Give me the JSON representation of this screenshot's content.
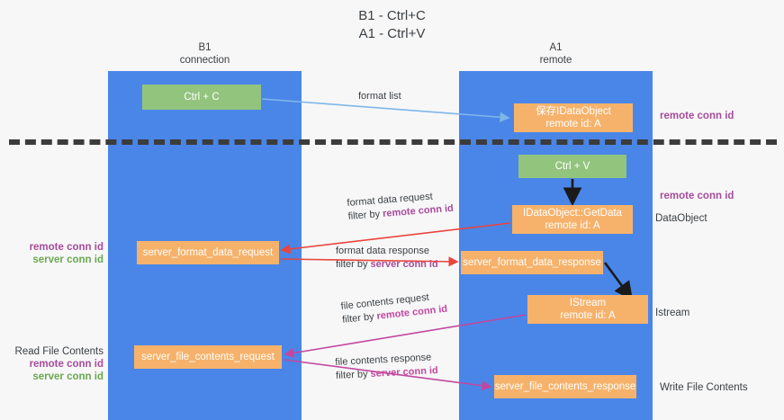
{
  "title": "B1 - Ctrl+C\nA1 - Ctrl+V",
  "columns": {
    "left": {
      "name": "B1",
      "role": "connection"
    },
    "right": {
      "name": "A1",
      "role": "remote"
    }
  },
  "nodes": {
    "ctrl_c": {
      "line1": "Ctrl + C",
      "line2": ""
    },
    "idataobject_remote": {
      "line1": "保存IDataObject",
      "line2": "remote id: A"
    },
    "ctrl_v": {
      "line1": "Ctrl + V",
      "line2": ""
    },
    "idataobject_getdata": {
      "line1": "IDataObject::GetData",
      "line2": "remote id: A"
    },
    "server_format_data_request": {
      "line1": "server_format_data_request",
      "line2": ""
    },
    "server_format_data_response": {
      "line1": "server_format_data_response",
      "line2": ""
    },
    "istream": {
      "line1": "IStream",
      "line2": "remote id: A"
    },
    "server_file_contents_request": {
      "line1": "server_file_contents_request",
      "line2": ""
    },
    "server_file_contents_response": {
      "line1": "server_file_contents_response",
      "line2": ""
    }
  },
  "edge_labels": {
    "format_list": {
      "line1": "format list",
      "line2_prefix": "",
      "line2_key": ""
    },
    "format_data_request": {
      "line1": "format data request",
      "line2_prefix": "filter by ",
      "line2_key": "remote conn id"
    },
    "format_data_response": {
      "line1": "format data response",
      "line2_prefix": "filter by ",
      "line2_key": "server conn id"
    },
    "file_contents_request": {
      "line1": "file contents request",
      "line2_prefix": "filter by ",
      "line2_key": "remote conn id"
    },
    "file_contents_response": {
      "line1": "file contents response",
      "line2_prefix": "filter by ",
      "line2_key": "server conn id"
    }
  },
  "side_notes": {
    "remote_conn_id_top": "remote conn id",
    "remote_conn_id_middle": "remote conn id",
    "dataobject": "DataObject",
    "istream": "Istream",
    "write_file_contents": "Write File Contents"
  },
  "left_notes": {
    "conn_remote": "remote conn id",
    "conn_server": "server conn id",
    "read_file_contents": "Read File Contents",
    "read_remote": "remote conn id",
    "read_server": "server conn id"
  },
  "colors": {
    "lane_blue": "#4a86e8",
    "node_green": "#93c47d",
    "node_orange": "#f6b26b",
    "accent_purple": "#a64d9a",
    "accent_green": "#6aa84f",
    "accent_pink": "#c2489f",
    "arrow_red": "#e8453c",
    "arrow_blue": "#7eb6e8",
    "arrow_black": "#1a1a1a",
    "background": "#f7f7f8"
  }
}
